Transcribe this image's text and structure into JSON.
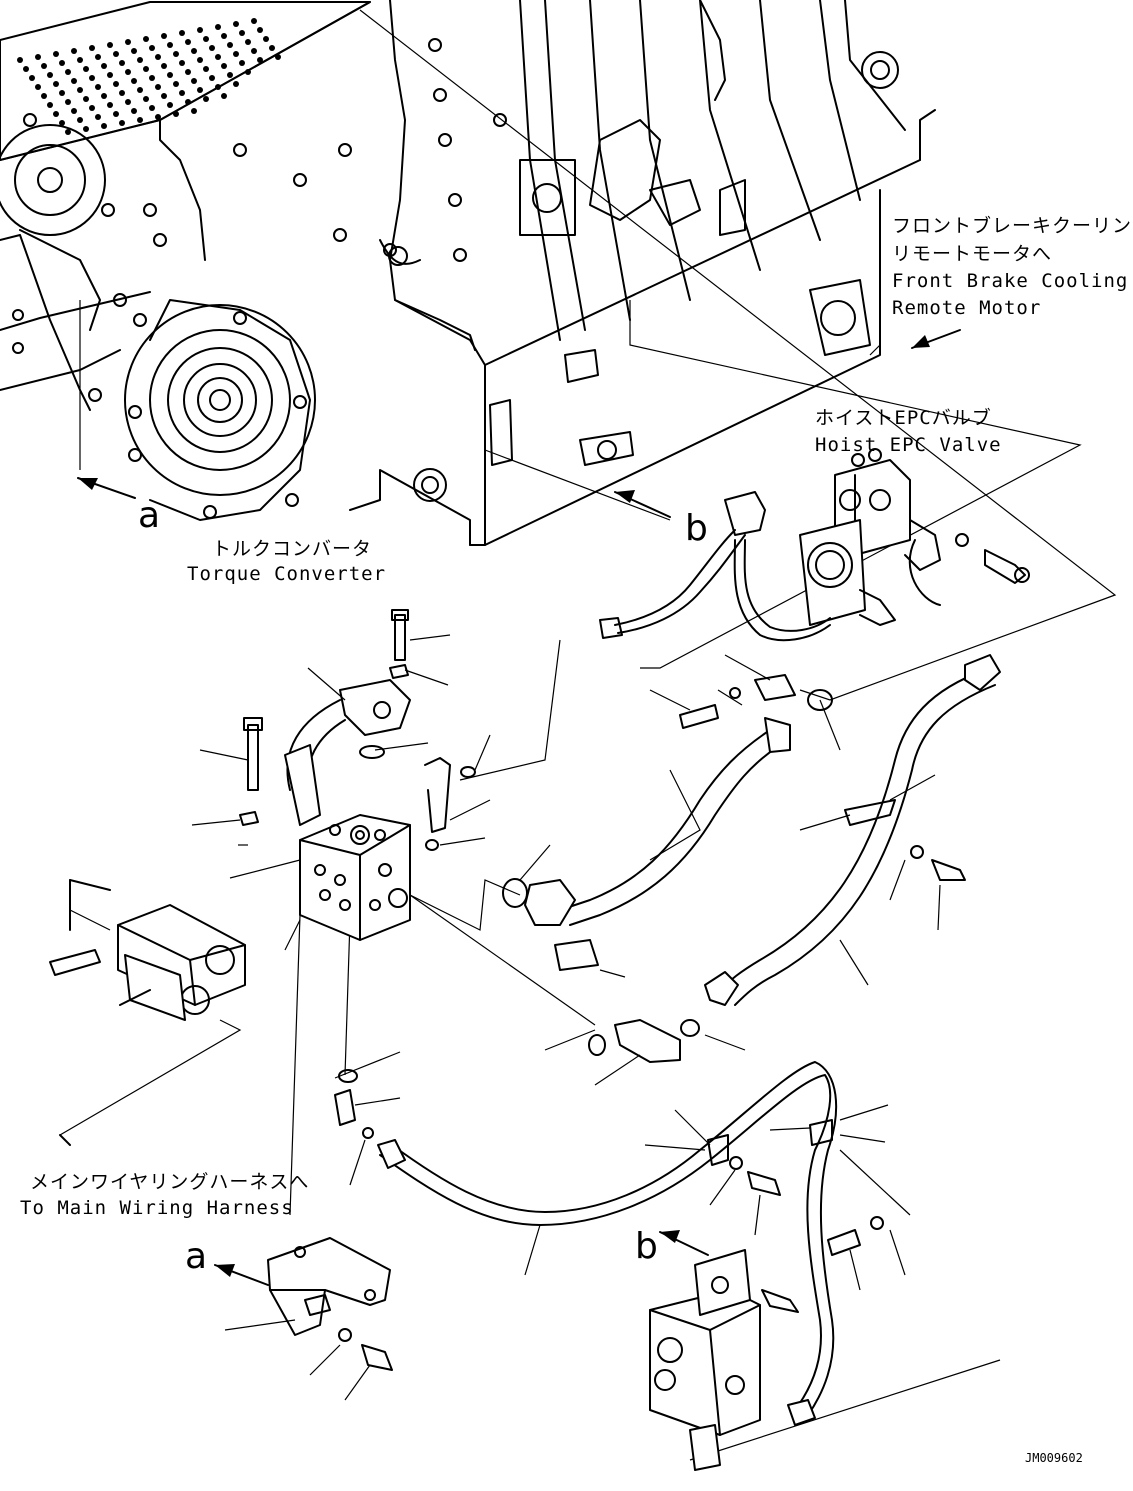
{
  "labels": {
    "front_brake_jp": "フロントブレーキクーリング",
    "front_brake_jp2": "リモートモータへ",
    "front_brake_en1": "Front Brake Cooling",
    "front_brake_en2": "Remote Motor",
    "hoist_jp": "ホイストEPCバルブ",
    "hoist_en": "Hoist EPC Valve",
    "torque_jp": "トルクコンバータ",
    "torque_en": "Torque Converter",
    "harness_jp": "メインワイヤリングハーネスへ",
    "harness_en": "To Main Wiring Harness",
    "ref_a": "a",
    "ref_b": "b",
    "drawing_code": "JM009602"
  }
}
